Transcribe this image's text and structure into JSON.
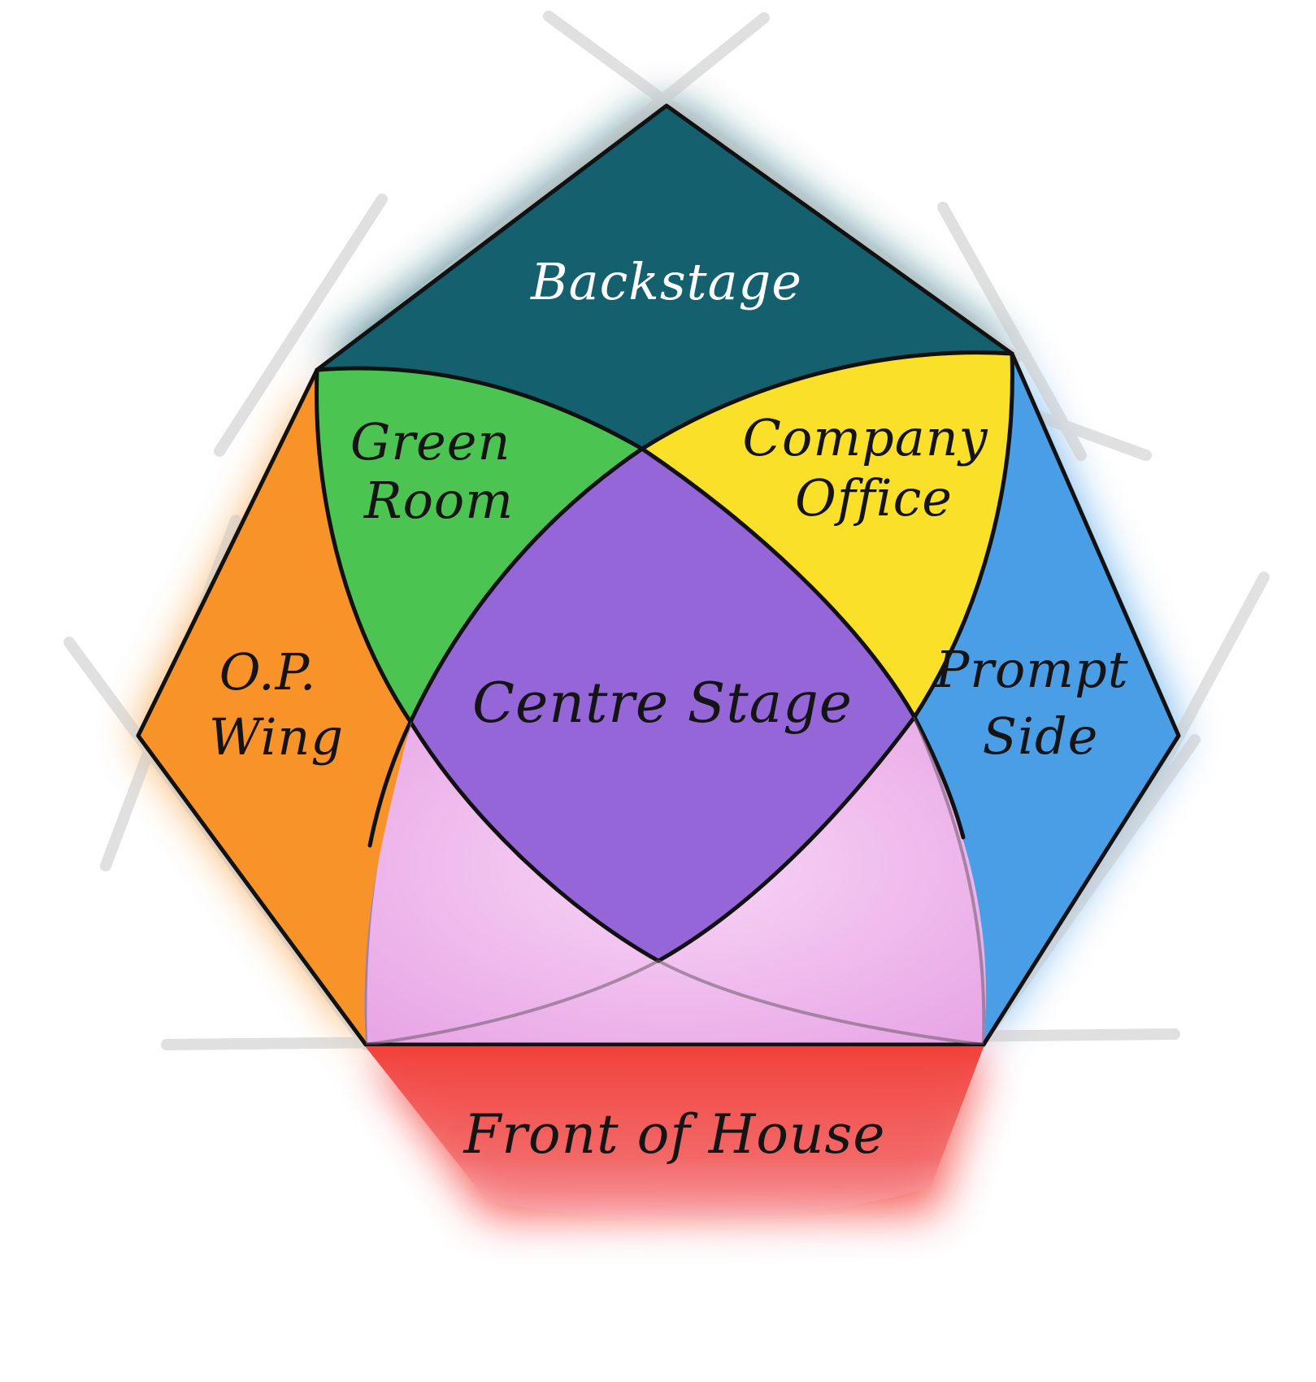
{
  "diagram": {
    "regions": {
      "backstage": {
        "label_lines": [
          "Backstage"
        ],
        "color": "#15606f"
      },
      "green_room": {
        "label_lines": [
          "Green",
          "Room"
        ],
        "color": "#4cc451"
      },
      "company_office": {
        "label_lines": [
          "Company",
          "Office"
        ],
        "color": "#fbe02a"
      },
      "op_wing": {
        "label_lines": [
          "O.P.",
          "Wing"
        ],
        "color": "#f8932a"
      },
      "prompt_side": {
        "label_lines": [
          "Prompt",
          "Side"
        ],
        "color": "#4a9ee6"
      },
      "centre_stage": {
        "label_lines": [
          "Centre Stage"
        ],
        "color": "#9466d8"
      },
      "front_of_house": {
        "label_lines": [
          "Front of House"
        ],
        "color": "#f2403a"
      },
      "lower_stage": {
        "color": "#f0c4ee"
      }
    },
    "outline_color": "#111111",
    "guide_line_color": "#c8c8c8"
  }
}
